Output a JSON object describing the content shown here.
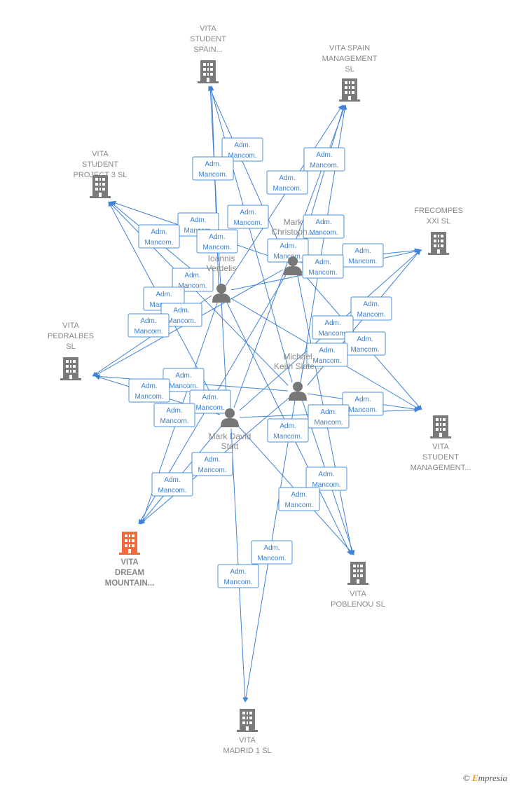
{
  "diagram": {
    "companies": [
      {
        "id": "vita_student_spain",
        "label": [
          "VITA",
          "STUDENT",
          "SPAIN..."
        ],
        "focus": false
      },
      {
        "id": "vita_spain_mgmt",
        "label": [
          "VITA SPAIN",
          "MANAGEMENT",
          "SL"
        ],
        "focus": false
      },
      {
        "id": "vita_student_project3",
        "label": [
          "VITA",
          "STUDENT",
          "PROJECT 3  SL"
        ],
        "focus": false
      },
      {
        "id": "frecompes",
        "label": [
          "FRECOMPES",
          "XXI  SL"
        ],
        "focus": false
      },
      {
        "id": "vita_pedralbes",
        "label": [
          "VITA",
          "PEDRALBES",
          "SL"
        ],
        "focus": false
      },
      {
        "id": "vita_student_mgmt",
        "label": [
          "VITA",
          "STUDENT",
          "MANAGEMENT..."
        ],
        "focus": false
      },
      {
        "id": "vita_dream",
        "label": [
          "VITA",
          "DREAM",
          "MOUNTAIN..."
        ],
        "focus": true
      },
      {
        "id": "vita_poblenou",
        "label": [
          "VITA",
          "POBLENOU  SL"
        ],
        "focus": false
      },
      {
        "id": "vita_madrid1",
        "label": [
          "VITA",
          "MADRID 1  SL"
        ],
        "focus": false
      }
    ],
    "persons": [
      {
        "id": "mark_christoph",
        "label": [
          "Mark",
          "Christoph..."
        ]
      },
      {
        "id": "ioannis",
        "label": [
          "Ioannis",
          "Verdelis"
        ]
      },
      {
        "id": "michael",
        "label": [
          "Michael",
          "Keith Slate..."
        ]
      },
      {
        "id": "mark_stott",
        "label": [
          "Mark David",
          "Stott"
        ]
      }
    ],
    "edge_label": [
      "Adm.",
      "Mancom."
    ],
    "colors": {
      "edge": "#3f82d8",
      "building": "#7a7a7a",
      "focus_building": "#f26a3a",
      "person": "#777777"
    }
  },
  "branding": {
    "copyright": "©",
    "brand_first": "E",
    "brand_rest": "mpresia"
  }
}
